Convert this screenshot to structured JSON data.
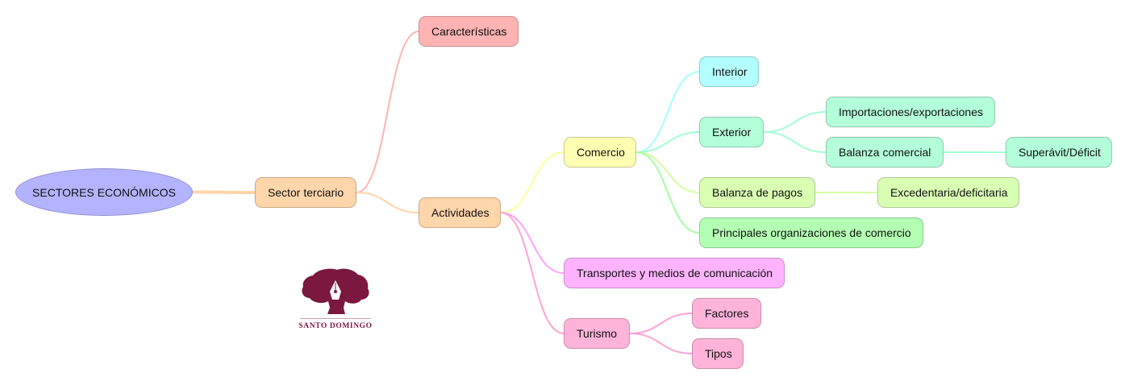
{
  "root": {
    "label": "SECTORES ECONÓMICOS",
    "color": "#b3b3ff"
  },
  "nodes": {
    "sector_terciario": {
      "label": "Sector terciario",
      "color": "#ffd5aa"
    },
    "caracteristicas": {
      "label": "Características",
      "color": "#ffb3b3"
    },
    "actividades": {
      "label": "Actividades",
      "color": "#ffd5aa"
    },
    "comercio": {
      "label": "Comercio",
      "color": "#ffffb3"
    },
    "interior": {
      "label": "Interior",
      "color": "#b3ffff"
    },
    "exterior": {
      "label": "Exterior",
      "color": "#b3ffd9"
    },
    "importaciones": {
      "label": "Importaciones/exportaciones",
      "color": "#b3ffd9"
    },
    "balanza_comercial": {
      "label": "Balanza comercial",
      "color": "#b3ffd9"
    },
    "superavit": {
      "label": "Superávit/Déficit",
      "color": "#b3ffd9"
    },
    "balanza_pagos": {
      "label": "Balanza de pagos",
      "color": "#d9ffb3"
    },
    "excedentaria": {
      "label": "Excedentaria/deficitaria",
      "color": "#d9ffb3"
    },
    "organizaciones": {
      "label": "Principales organizaciones de comercio",
      "color": "#b3ffb3"
    },
    "transportes": {
      "label": "Transportes y medios de comunicación",
      "color": "#ffb3ff"
    },
    "turismo": {
      "label": "Turismo",
      "color": "#ffb3d9"
    },
    "factores": {
      "label": "Factores",
      "color": "#ffb3d9"
    },
    "tipos": {
      "label": "Tipos",
      "color": "#ffb3d9"
    }
  },
  "edges": [
    {
      "from": "root",
      "to": "sector_terciario",
      "color": "#ffd5aa"
    },
    {
      "from": "sector_terciario",
      "to": "caracteristicas",
      "color": "#ffb3b3"
    },
    {
      "from": "sector_terciario",
      "to": "actividades",
      "color": "#ffd5aa"
    },
    {
      "from": "actividades",
      "to": "comercio",
      "color": "#ffff99"
    },
    {
      "from": "actividades",
      "to": "transportes",
      "color": "#ffa3ff"
    },
    {
      "from": "actividades",
      "to": "turismo",
      "color": "#ffa3d4"
    },
    {
      "from": "comercio",
      "to": "interior",
      "color": "#a3ffff"
    },
    {
      "from": "comercio",
      "to": "exterior",
      "color": "#a3ffd4"
    },
    {
      "from": "comercio",
      "to": "balanza_pagos",
      "color": "#d4ffa3"
    },
    {
      "from": "comercio",
      "to": "organizaciones",
      "color": "#a3ffa3"
    },
    {
      "from": "exterior",
      "to": "importaciones",
      "color": "#a3ffd4"
    },
    {
      "from": "exterior",
      "to": "balanza_comercial",
      "color": "#a3ffd4"
    },
    {
      "from": "balanza_comercial",
      "to": "superavit",
      "color": "#a3ffd4"
    },
    {
      "from": "balanza_pagos",
      "to": "excedentaria",
      "color": "#d4ffa3"
    },
    {
      "from": "turismo",
      "to": "factores",
      "color": "#ffa3d4"
    },
    {
      "from": "turismo",
      "to": "tipos",
      "color": "#ffa3d4"
    }
  ],
  "logo": {
    "text": "SANTO DOMINGO",
    "color": "#7a1840"
  }
}
